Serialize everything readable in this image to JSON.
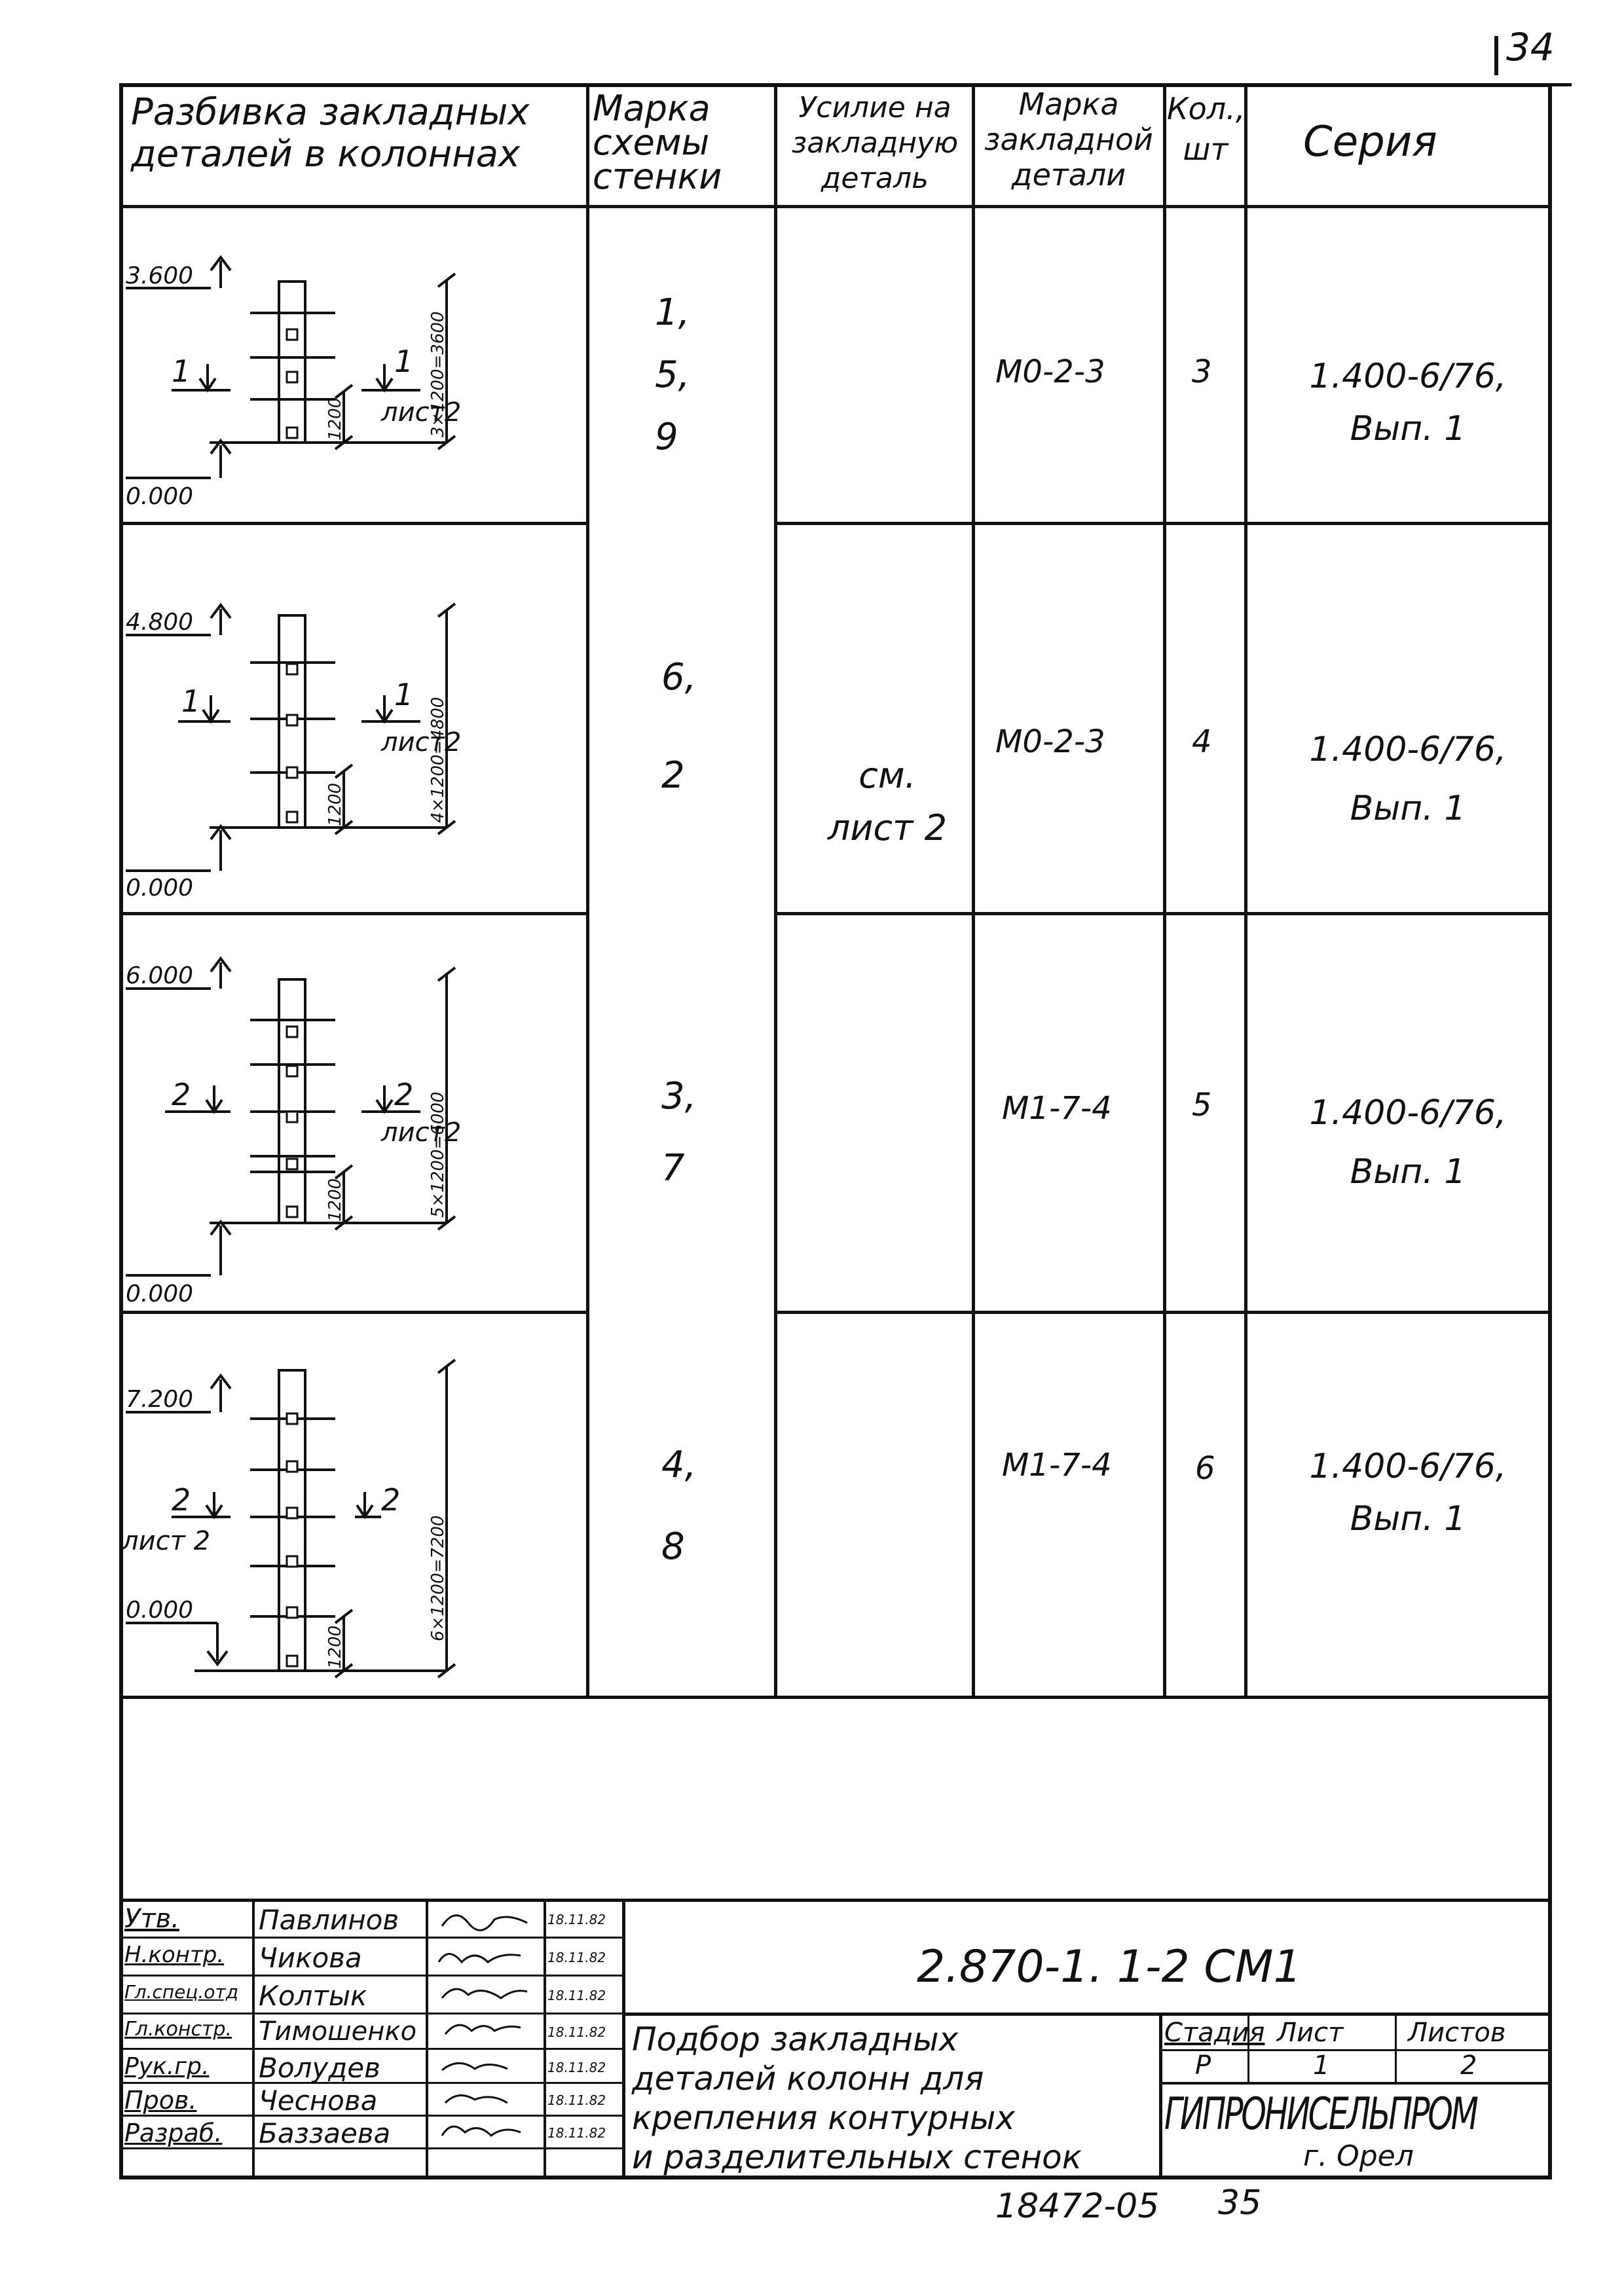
{
  "page_number": "34",
  "header": {
    "col1": [
      "Разбивка закладных",
      "деталей в колоннах"
    ],
    "col2": [
      "Марка",
      "схемы",
      "стенки"
    ],
    "col3": [
      "Усилие на",
      "закладную",
      "деталь"
    ],
    "col4": [
      "Марка",
      "закладной",
      "детали"
    ],
    "col5": [
      "Кол.,",
      "шт"
    ],
    "col6": "Серия"
  },
  "effort_note": [
    "см.",
    "лист 2"
  ],
  "rows": [
    {
      "top_level": "3.600",
      "base_level": "0.000",
      "section_left": "1",
      "section_right": "1",
      "sheet_ref": "лист2",
      "dim_small": "1200",
      "dim_total": "3×1200=3600",
      "wall_marks": [
        "1,",
        "5,",
        "9"
      ],
      "part_mark": "М0-2-3",
      "qty": "3",
      "series": [
        "1.400-6/76,",
        "Вып. 1"
      ]
    },
    {
      "top_level": "4.800",
      "base_level": "0.000",
      "section_left": "1",
      "section_right": "1",
      "sheet_ref": "лист2",
      "dim_small": "1200",
      "dim_total": "4×1200=4800",
      "wall_marks": [
        "6,",
        "2"
      ],
      "part_mark": "М0-2-3",
      "qty": "4",
      "series": [
        "1.400-6/76,",
        "Вып. 1"
      ]
    },
    {
      "top_level": "6.000",
      "base_level": "0.000",
      "section_left": "2",
      "section_right": "2",
      "sheet_ref": "лист2",
      "dim_small": "1200",
      "dim_total": "5×1200=6000",
      "wall_marks": [
        "3,",
        "7"
      ],
      "part_mark": "М1-7-4",
      "qty": "5",
      "series": [
        "1.400-6/76,",
        "Вып. 1"
      ]
    },
    {
      "top_level": "7.200",
      "base_level": "0.000",
      "section_left": "2",
      "section_right": "2",
      "sheet_ref": "лист 2",
      "dim_small": "1200",
      "dim_total": "6×1200=7200",
      "wall_marks": [
        "4,",
        "8"
      ],
      "part_mark": "М1-7-4",
      "qty": "6",
      "series": [
        "1.400-6/76,",
        "Вып. 1"
      ]
    }
  ],
  "title_block": {
    "code": "2.870-1. 1-2  СМ1",
    "title": [
      "Подбор закладных",
      "деталей колонн для",
      "крепления контурных",
      "и разделительных стенок"
    ],
    "stage_label": "Стадия",
    "sheet_label": "Лист",
    "sheets_label": "Листов",
    "stage": "Р",
    "sheet": "1",
    "sheets": "2",
    "org": "ГИПРОНИСЕЛЬПРОМ",
    "city": "г. Орел",
    "staff": [
      {
        "role": "Утв.",
        "name": "Павлинов",
        "date": "18.11.82"
      },
      {
        "role": "Н.контр.",
        "name": "Чикова",
        "date": "18.11.82"
      },
      {
        "role": "Гл.спец.отд",
        "name": "Колтык",
        "date": "18.11.82"
      },
      {
        "role": "Гл.констр.",
        "name": "Тимошенко",
        "date": "18.11.82"
      },
      {
        "role": "Рук.гр.",
        "name": "Волудев",
        "date": "18.11.82"
      },
      {
        "role": "Пров.",
        "name": "Чеснова",
        "date": "18.11.82"
      },
      {
        "role": "Разраб.",
        "name": "Баззаева",
        "date": "18.11.82"
      }
    ]
  },
  "footer": {
    "archive": "18472-05",
    "page": "35"
  }
}
